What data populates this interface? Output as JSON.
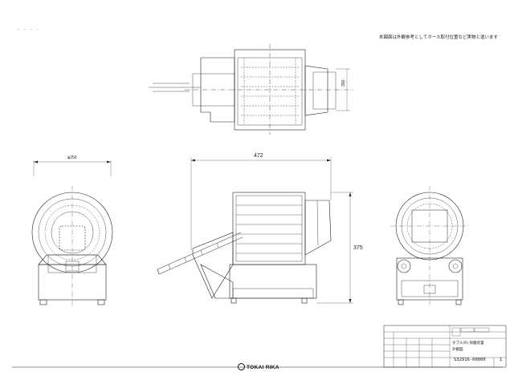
{
  "note": "本図面は外観参考としてホース取付位置など実物と違います",
  "dimensions": {
    "top_width": "300",
    "front_width": "472",
    "front_height": "375",
    "side_diameter": "φ250"
  },
  "logo_text": "TOKAI RIKA",
  "title_block": {
    "drawing_number": "S32916-00000",
    "sheet": "1",
    "name_line_1": "ダブル(R) 除塵装置",
    "name_line_2": "外観図"
  },
  "colors": {
    "line": "#222222",
    "paper": "#ffffff"
  }
}
